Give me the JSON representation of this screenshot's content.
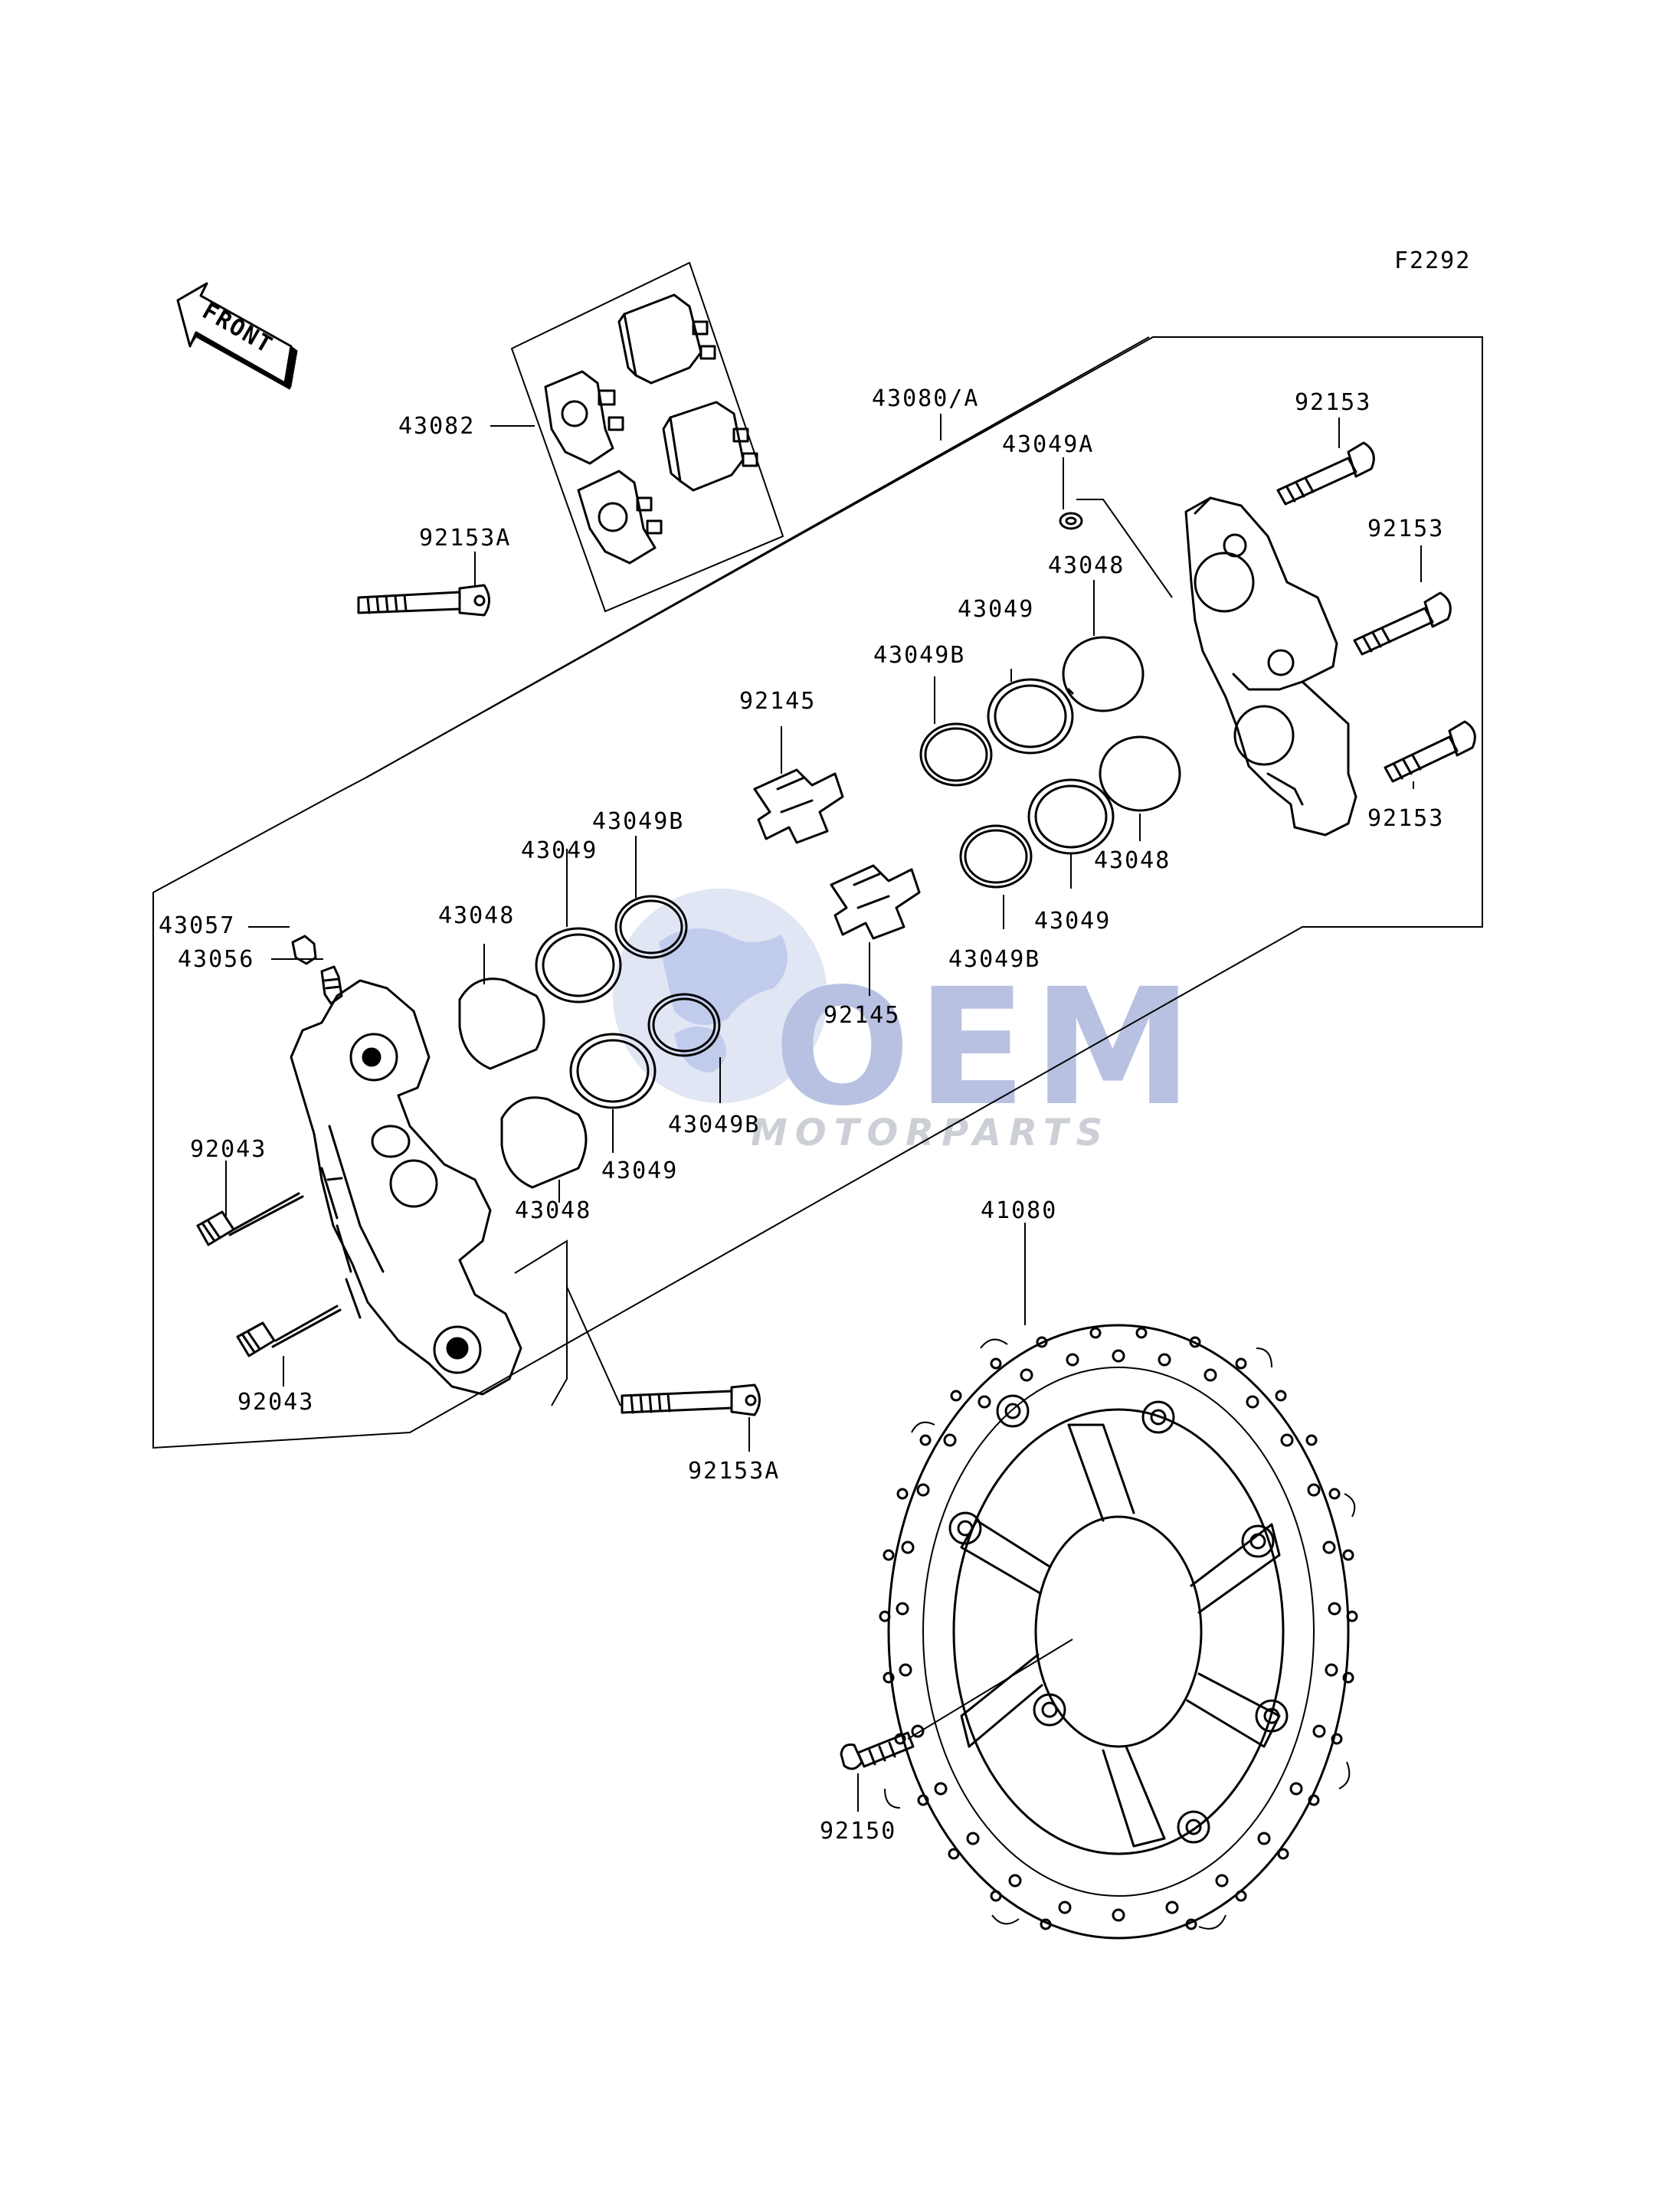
{
  "figure_code": "F2292",
  "front_label": "FRONT",
  "watermark": {
    "brand": "OEM",
    "sub": "MOTORPARTS"
  },
  "colors": {
    "ink": "#000000",
    "watermark_blue": "#6b7fc9",
    "watermark_grey": "#9aa3ad"
  },
  "labels": {
    "l_43082": "43082",
    "l_43080A": "43080/A",
    "l_92153_1": "92153",
    "l_43049A": "43049A",
    "l_92153_2": "92153",
    "l_92153A_top": "92153A",
    "l_43048_tr": "43048",
    "l_43049_tr": "43049",
    "l_43049B_tr": "43049B",
    "l_92145_top": "92145",
    "l_92153_3": "92153",
    "l_43049B_left": "43049B",
    "l_43049_left": "43049",
    "l_43048_r2": "43048",
    "l_43057": "43057",
    "l_43048_left": "43048",
    "l_43049_r2": "43049",
    "l_43056": "43056",
    "l_43049B_r2": "43049B",
    "l_92145_bottom": "92145",
    "l_92043_1": "92043",
    "l_43049B_lower": "43049B",
    "l_43049_lower": "43049",
    "l_41080": "41080",
    "l_43048_lower": "43048",
    "l_92043_2": "92043",
    "l_92153A_bottom": "92153A",
    "l_92150": "92150"
  }
}
